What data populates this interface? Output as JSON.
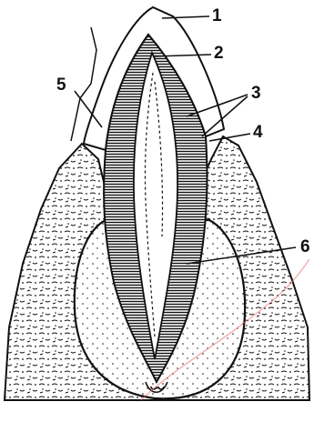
{
  "figure": {
    "subject": "tooth-longitudinal-section",
    "colors": {
      "ink": "#111111",
      "paper": "#ffffff",
      "watermark": "#e86a6a"
    },
    "callouts": [
      {
        "id": "1",
        "label": "1"
      },
      {
        "id": "2",
        "label": "2"
      },
      {
        "id": "3",
        "label": "3"
      },
      {
        "id": "4",
        "label": "4"
      },
      {
        "id": "5",
        "label": "5"
      },
      {
        "id": "6",
        "label": "6"
      }
    ]
  }
}
